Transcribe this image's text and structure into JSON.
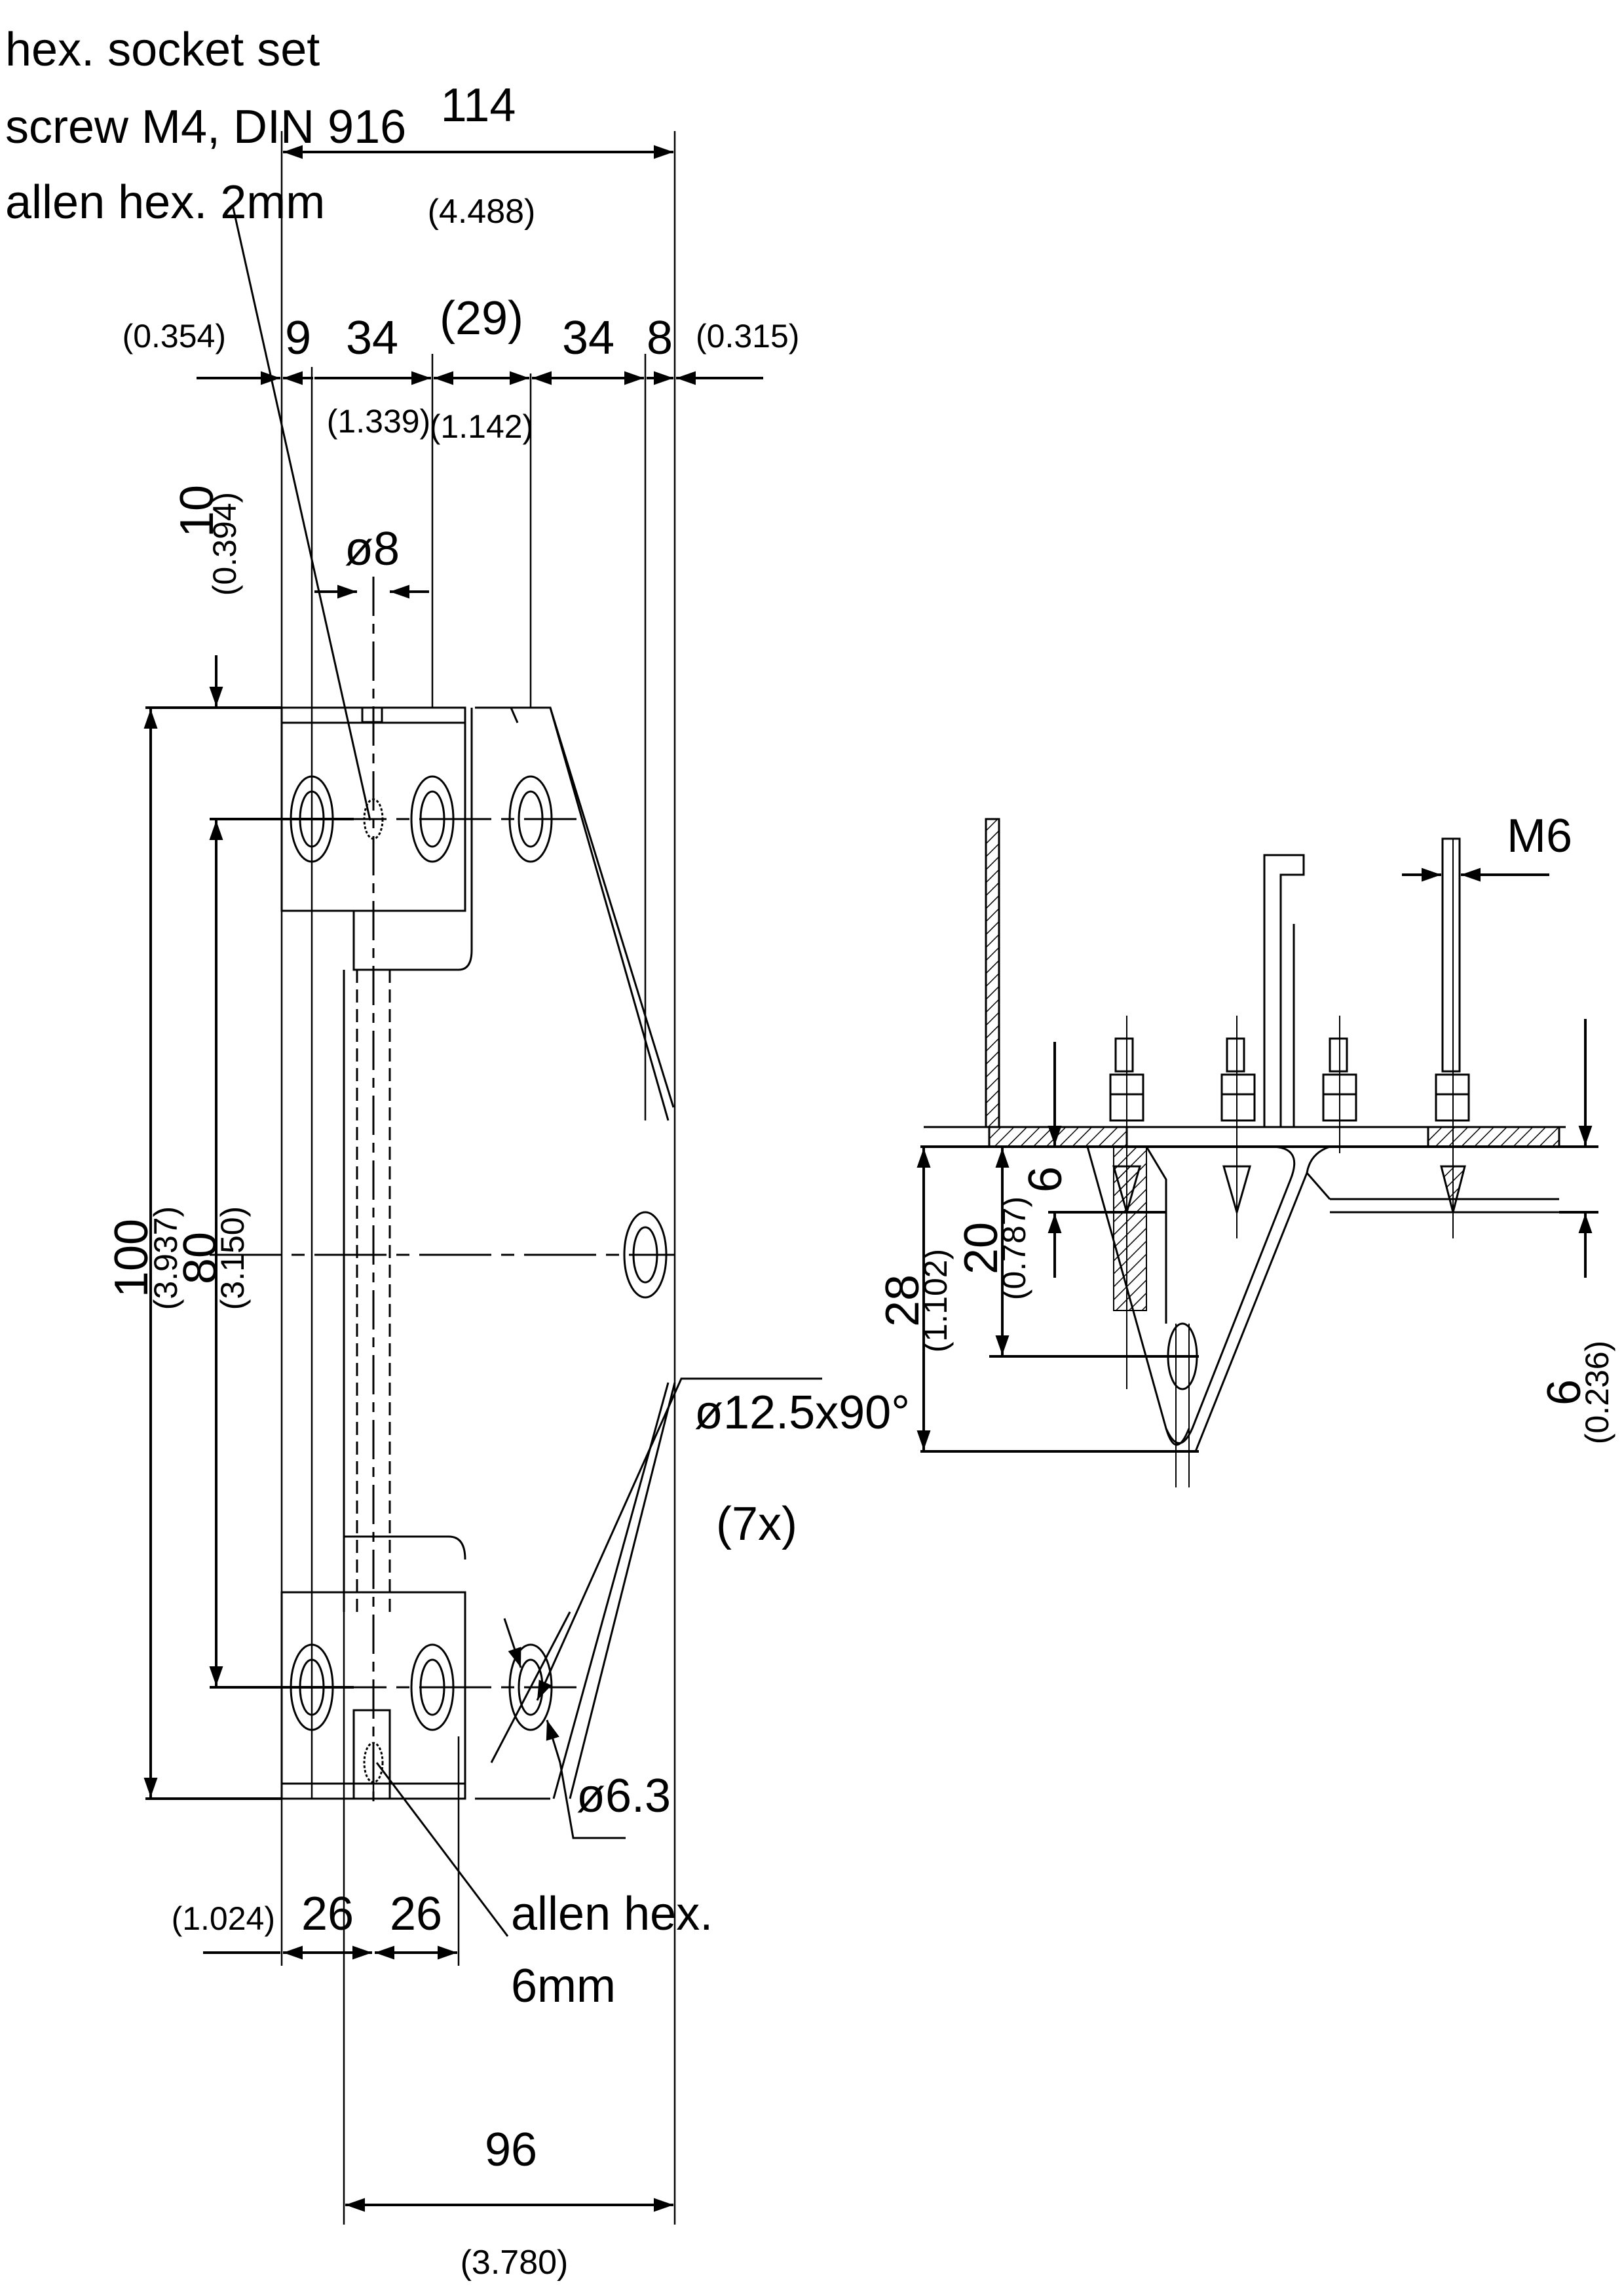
{
  "drawing": {
    "callout_set_screw": [
      "hex. socket set",
      "screw M4, DIN 916",
      "allen hex. 2mm"
    ],
    "callout_allen_6": [
      "allen hex.",
      "6mm"
    ],
    "overall_width": {
      "mm": "114",
      "in": "(4.488)"
    },
    "top_chain": {
      "left_in": "(0.354)",
      "d1": "9",
      "d2": "34",
      "d2_in": "(1.339)",
      "d3": "(29)",
      "d3_in": "(1.142)",
      "d4": "34",
      "d5": "8",
      "right_in": "(0.315)"
    },
    "top_margin": {
      "mm": "10",
      "in": "(0.394)"
    },
    "hole_small": "ø8",
    "height_overall": {
      "mm": "100",
      "in": "(3.937)"
    },
    "height_holes": {
      "mm": "80",
      "in": "(3.150)"
    },
    "countersink": {
      "spec": "ø12.5x90°",
      "count": "(7x)"
    },
    "hole_through": "ø6.3",
    "bottom_chain": {
      "left_in": "(1.024)",
      "d1": "26",
      "d2": "26"
    },
    "bottom_width": {
      "mm": "96",
      "in": "(3.780)"
    },
    "side_view": {
      "thread": "M6",
      "dim_6_top": "6",
      "dim_20": {
        "mm": "20",
        "in": "(0.787)"
      },
      "dim_28": {
        "mm": "28",
        "in": "(1.102)"
      },
      "dim_6_right": {
        "mm": "6",
        "in": "(0.236)"
      }
    }
  }
}
